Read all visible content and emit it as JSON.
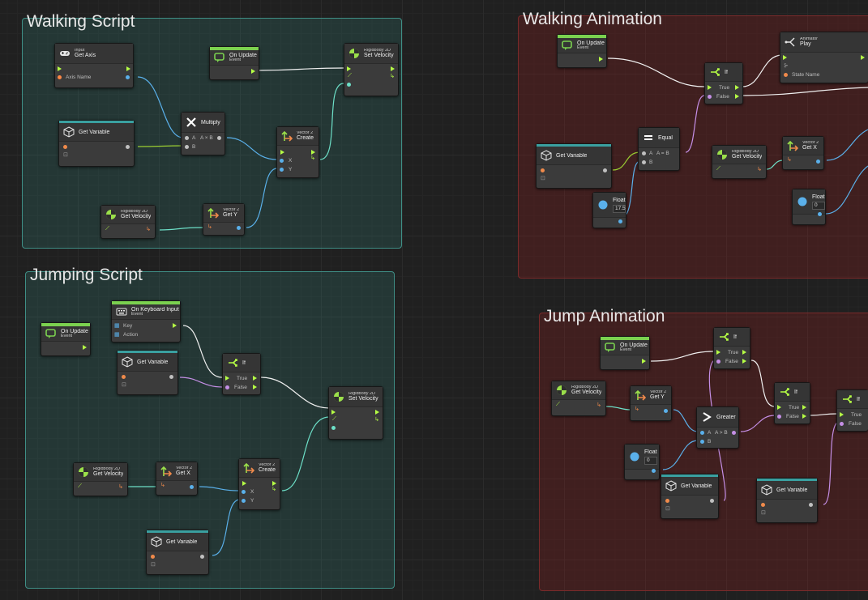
{
  "groups": {
    "walking_script": "Walking Script",
    "jumping_script": "Jumping Script",
    "walking_animation": "Walking Animation",
    "jump_animation": "Jump Animation"
  },
  "common": {
    "on_update": "On Update",
    "event": "Event",
    "get_variable": "Get Variable",
    "rigidbody2d": "Rigidbody 2D",
    "get_velocity": "Get Velocity",
    "set_velocity": "Set Velocity",
    "vector2": "Vector 2",
    "get_x": "Get X",
    "get_y": "Get Y",
    "create": "Create",
    "x": "X",
    "y": "Y",
    "a": "A",
    "b": "B",
    "if": "If",
    "true": "True",
    "false": "False",
    "float": "Float"
  },
  "walking_script": {
    "input_sub": "Input",
    "input_name": "Get Axis",
    "axis_name_label": "Axis Name",
    "multiply": "Multiply",
    "a_times_b": "A × B"
  },
  "jumping_script": {
    "keyboard_name": "On Keyboard Input",
    "key_label": "Key",
    "action_label": "Action"
  },
  "walking_animation": {
    "animator_sub": "Animator",
    "play": "Play",
    "state_name_label": "State Name",
    "equal": "Equal",
    "a_eq_b": "A = B",
    "float_value": "17.5",
    "float_value_2": "0"
  },
  "jump_animation": {
    "greater": "Greater",
    "a_gt_b": "A > B",
    "float_value": "0"
  },
  "colors": {
    "flow": "#b5ff45",
    "float_port": "#5ab0ea",
    "bool_port": "#c58fe6",
    "object_port": "#f08a4b",
    "vector_port": "#6de0c8",
    "number_port": "#c0c0c0",
    "string_port": "#ff8844",
    "event_header": "#7bd14f",
    "variable_header": "#3aa0a0"
  }
}
